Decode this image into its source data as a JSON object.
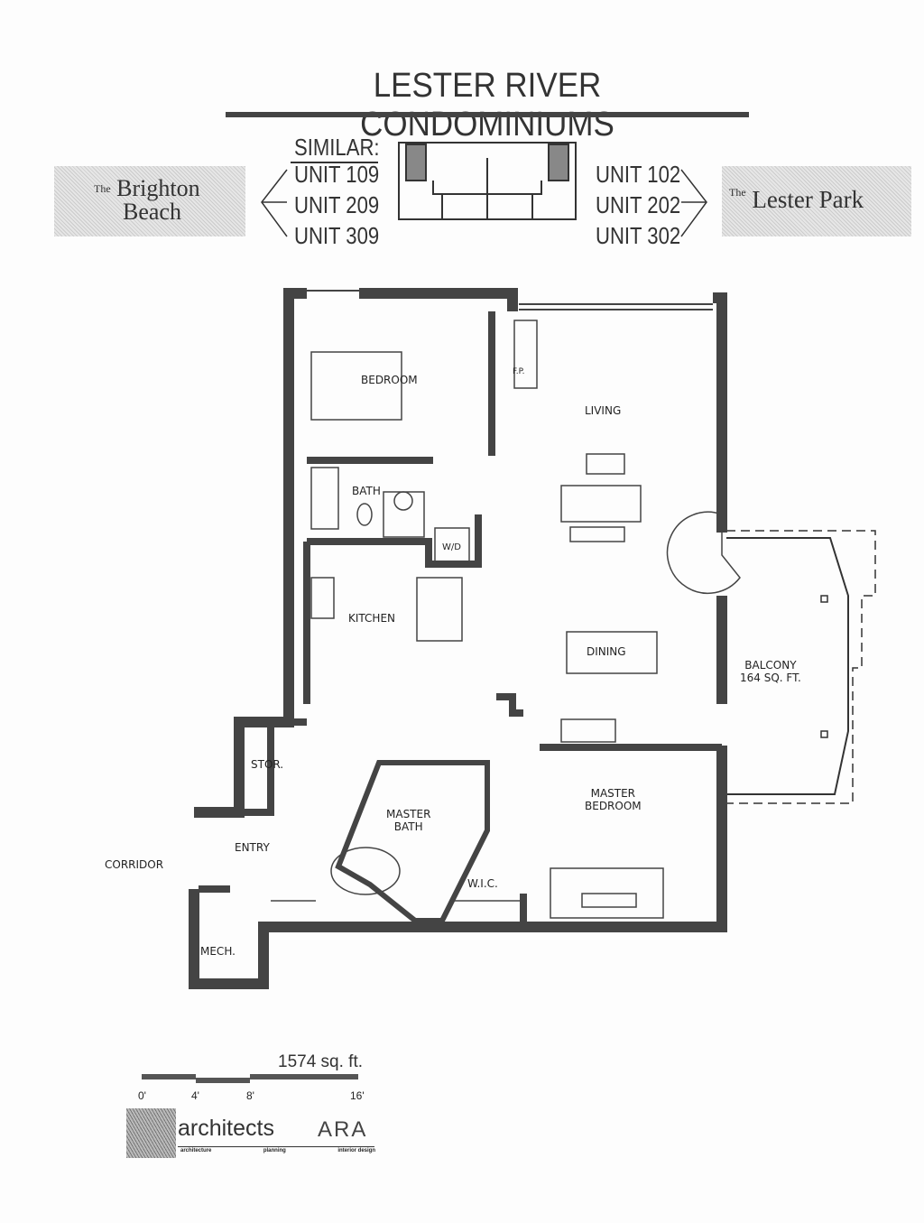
{
  "title": "LESTER RIVER CONDOMINIUMS",
  "similar": {
    "label": "SIMILAR:",
    "left_units": [
      "UNIT 109",
      "UNIT 209",
      "UNIT 309"
    ],
    "right_units": [
      "UNIT 102",
      "UNIT 202",
      "UNIT 302"
    ]
  },
  "brands": {
    "left": {
      "prefix": "The",
      "line1": "Brighton",
      "line2": "Beach"
    },
    "right": {
      "prefix": "The",
      "name": "Lester Park"
    }
  },
  "rooms": {
    "bedroom": "BEDROOM",
    "fireplace": "F.P.",
    "living": "LIVING",
    "bath": "BATH",
    "washer_dryer": "W/D",
    "kitchen": "KITCHEN",
    "dining": "DINING",
    "balcony": "BALCONY",
    "balcony_area": "164 SQ. FT.",
    "stor": "STOR.",
    "master_bath_1": "MASTER",
    "master_bath_2": "BATH",
    "master_bed_1": "MASTER",
    "master_bed_2": "BEDROOM",
    "entry": "ENTRY",
    "corridor": "CORRIDOR",
    "wic": "W.I.C.",
    "mech": "MECH."
  },
  "area": "1574 sq. ft.",
  "scale": [
    "0'",
    "4'",
    "8'",
    "16'"
  ],
  "logo": {
    "firm": "architects",
    "mark": "ARA",
    "services": [
      "architecture",
      "planning",
      "interior design"
    ]
  }
}
